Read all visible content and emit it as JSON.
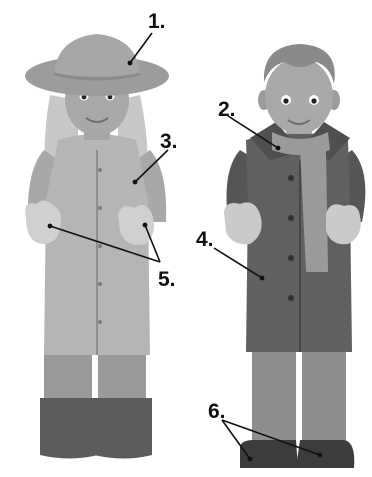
{
  "callouts": [
    {
      "id": "1",
      "text": "1."
    },
    {
      "id": "2",
      "text": "2."
    },
    {
      "id": "3",
      "text": "3."
    },
    {
      "id": "4",
      "text": "4."
    },
    {
      "id": "5",
      "text": "5."
    },
    {
      "id": "6",
      "text": "6."
    }
  ],
  "figures": [
    {
      "name": "woman",
      "items": [
        "hat",
        "long-hair",
        "long-coat",
        "mittens",
        "boots"
      ]
    },
    {
      "name": "man",
      "items": [
        "scarf",
        "dark-coat",
        "mittens",
        "shoes"
      ]
    }
  ],
  "colors": {
    "light_gray": "#b9b9b9",
    "mid_gray": "#8c8c8c",
    "dark_gray": "#5e5e5e",
    "darkest_gray": "#3f3f3f",
    "skin": "#a9a9a9",
    "outline": "#1a1a1a"
  }
}
